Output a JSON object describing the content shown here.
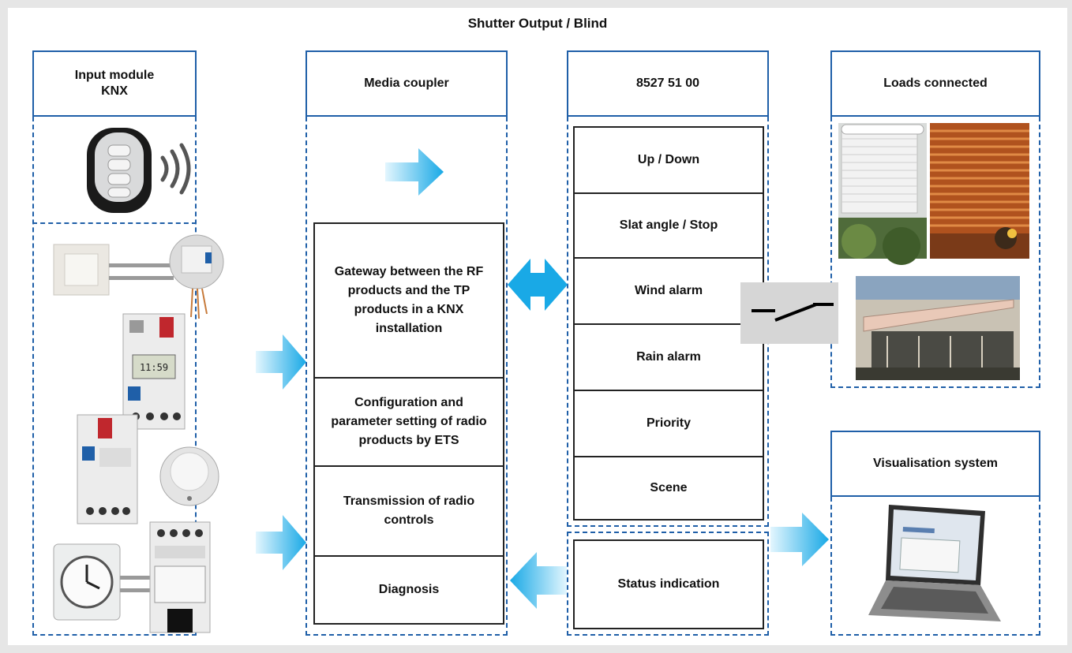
{
  "title": "Shutter Output / Blind",
  "columns": {
    "input": {
      "header": "Input module\nKNX"
    },
    "coupler": {
      "header": "Media coupler"
    },
    "actuator": {
      "header": "8527 51 00"
    },
    "loads": {
      "header": "Loads connected"
    },
    "visualisation": {
      "header": "Visualisation system"
    }
  },
  "coupler_functions": [
    "Gateway between the RF products and the TP products in a KNX installation",
    "Configuration and parameter setting of radio products by ETS",
    "Transmission of radio controls",
    "Diagnosis"
  ],
  "actuator_functions": [
    "Up / Down",
    "Slat angle / Stop",
    "Wind alarm",
    "Rain alarm",
    "Priority",
    "Scene"
  ],
  "status_indication": "Status indication",
  "colors": {
    "accent_blue": "#1f5fa8",
    "arrow_blue": "#19a9e6",
    "arrow_light": "#cdeefb"
  },
  "images": {
    "input": [
      "remote-control-icon",
      "switch-with-radio-module-icon",
      "timer-switch-module-icon",
      "brightness-sensor-module-icon",
      "presence-detector-icon",
      "analog-time-switch-icon",
      "binary-input-module-icon"
    ],
    "loads": [
      "roller-shutter-photo",
      "venetian-blind-photo",
      "awning-photo"
    ],
    "visualisation": [
      "laptop-icon"
    ]
  }
}
